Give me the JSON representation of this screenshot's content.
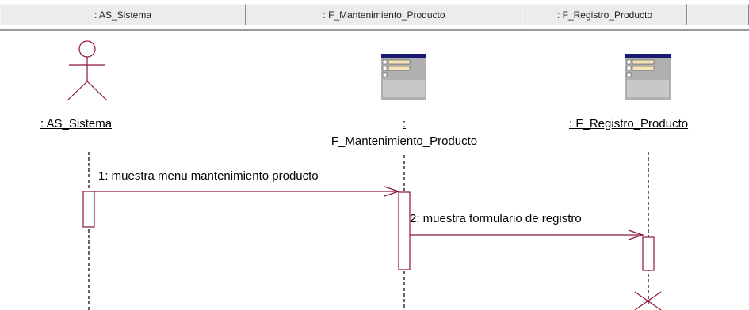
{
  "header": {
    "cells": [
      ": AS_Sistema",
      ": F_Mantenimiento_Producto",
      ": F_Registro_Producto",
      ""
    ]
  },
  "objects": {
    "actor": {
      "label": ": AS_Sistema"
    },
    "form1": {
      "label_line1": ":",
      "label_line2": "F_Mantenimiento_Producto"
    },
    "form2": {
      "label": ": F_Registro_Producto"
    }
  },
  "messages": [
    {
      "label": "1: muestra  menu mantenimiento producto"
    },
    {
      "label": "2: muestra formulario de registro"
    }
  ],
  "colors": {
    "actor": "#8b1538",
    "lifeline": "#000000",
    "activation": "#8b1538",
    "message": "#8b1538",
    "destroy": "#8b1538",
    "icon_frame": "#1a1a6e"
  },
  "icons": {
    "form": "boundary-form-icon",
    "actor": "stick-figure-icon",
    "destroy": "destroy-x-icon"
  }
}
